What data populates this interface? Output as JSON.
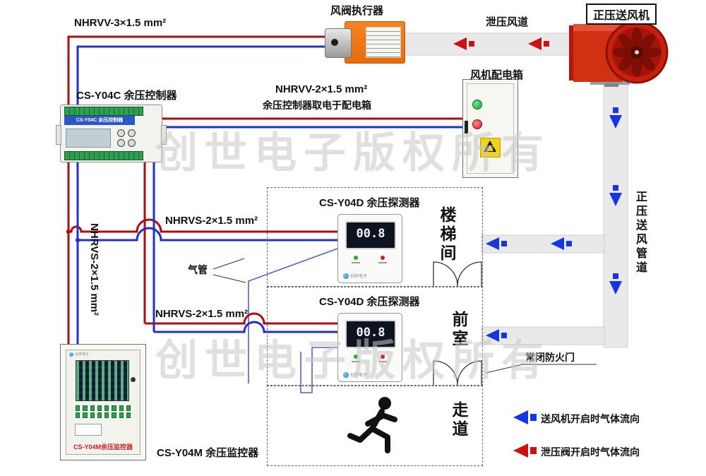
{
  "watermark": "创世电子版权所有",
  "components": {
    "actuator": "风阀执行器",
    "fan": "正压送风机",
    "relief_duct": "泄压风道",
    "dist_box": "风机配电箱",
    "controller": "CS-Y04C 余压控制器",
    "detector1": "CS-Y04D 余压探测器",
    "detector2": "CS-Y04D 余压探测器",
    "monitor": "CS-Y04M 余压监控器",
    "supply_duct": "正压送风管道",
    "air_tube": "气管",
    "fire_door": "常闭防火门"
  },
  "cables": {
    "actuator": "NHRVV-3×1.5 mm²",
    "power": "NHRVV-2×1.5 mm²",
    "power_note": "余压控制器取电于配电箱",
    "detector1": "NHRVS-2×1.5 mm²",
    "detector2": "NHRVS-2×1.5 mm²",
    "monitor": "NHRVS-2×1.5 mm²"
  },
  "rooms": {
    "stairwell": "楼梯间",
    "front_room": "前室",
    "corridor": "走道"
  },
  "legend": {
    "supply": "送风机开启时气体流向",
    "relief": "泄压阀开启时气体流向"
  },
  "device_faces": {
    "controller_face": "CS-Y04C 余压控制器",
    "detector_reading": "00.8",
    "brand": "创世电子",
    "monitor_face": "CS-Y04M余压监控器"
  },
  "colors": {
    "supply_arrow": "#1536e0",
    "relief_arrow": "#cc1111",
    "wire_red": "#b00a12",
    "wire_blue": "#2030c8",
    "duct_gray": "#e9e9e9",
    "actuator_orange": "#ef7014",
    "fan_red": "#d23012"
  }
}
